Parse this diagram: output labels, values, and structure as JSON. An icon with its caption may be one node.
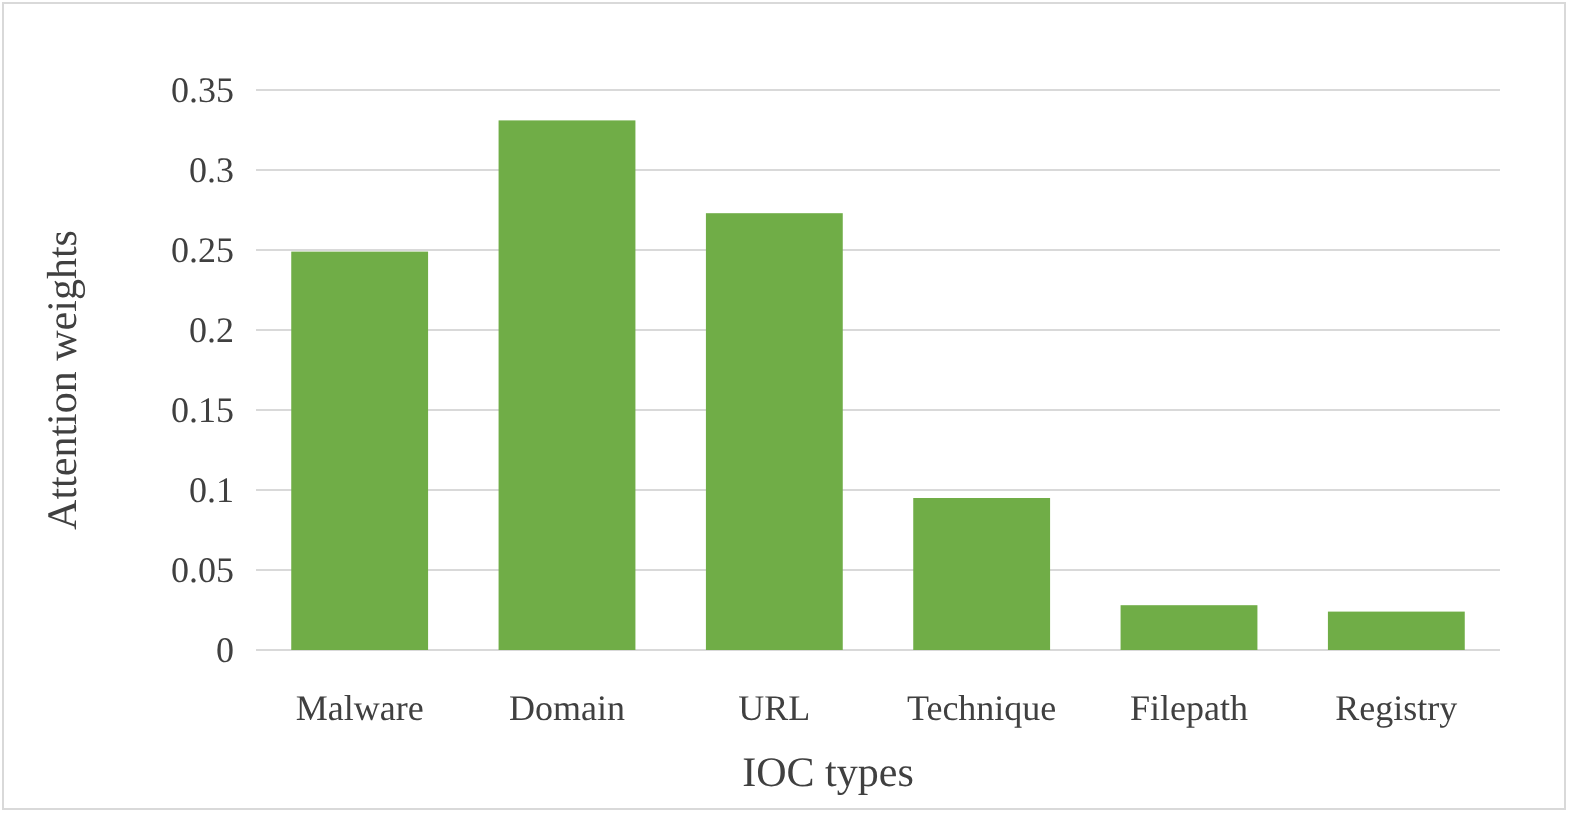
{
  "diagram": {
    "chart_data": {
      "type": "bar",
      "xlabel": "IOC types",
      "ylabel": "Attention weights",
      "categories": [
        "Malware",
        "Domain",
        "URL",
        "Technique",
        "Filepath",
        "Registry"
      ],
      "series": [
        {
          "color": "#70ad47",
          "values": [
            0.249,
            0.331,
            0.273,
            0.095,
            0.028,
            0.024
          ]
        }
      ],
      "ylim": [
        0,
        0.35
      ],
      "grid": true,
      "yticks": [
        {
          "value": 0,
          "label": "0"
        },
        {
          "value": 0.05,
          "label": "0.05"
        },
        {
          "value": 0.1,
          "label": "0.1"
        },
        {
          "value": 0.15,
          "label": "0.15"
        },
        {
          "value": 0.2,
          "label": "0.2"
        },
        {
          "value": 0.25,
          "label": "0.25"
        },
        {
          "value": 0.3,
          "label": "0.3"
        },
        {
          "value": 0.35,
          "label": "0.35"
        }
      ]
    }
  }
}
